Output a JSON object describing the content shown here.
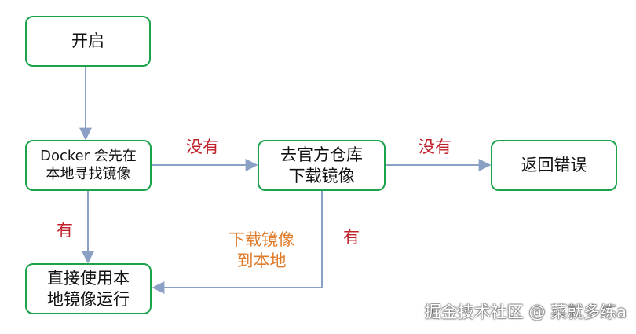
{
  "nodes": {
    "start": "开启",
    "local_search_line1": "Docker 会先在",
    "local_search_line2": "本地寻找镜像",
    "official_repo_line1": "去官方仓库",
    "official_repo_line2": "下载镜像",
    "return_error": "返回错误",
    "run_line1": "直接使用本",
    "run_line2": "地镜像运行"
  },
  "labels": {
    "no_1": "没有",
    "no_2": "没有",
    "yes_1": "有",
    "yes_2": "有",
    "download_line1": "下载镜像",
    "download_line2": "到本地"
  },
  "watermark": "掘金技术社区 @ 菜就多练a",
  "colors": {
    "node_border": "#1aa34a",
    "arrow": "#8aa0c4",
    "label_red": "#c0202a",
    "label_orange": "#e07b2a"
  }
}
